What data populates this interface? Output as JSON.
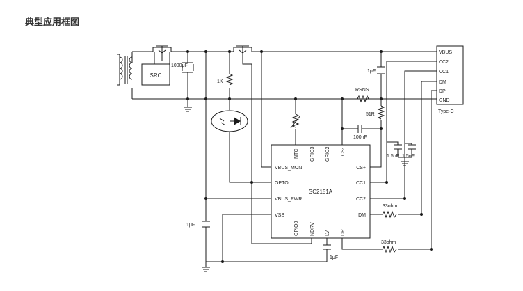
{
  "page": {
    "title": "典型应用框图"
  },
  "diagram": {
    "chip": {
      "name": "SC2151A",
      "pins_left": [
        "VBUS_MON",
        "OPTO",
        "VBUS_PWR",
        "VSS"
      ],
      "pins_right": [
        "CS+",
        "CC1",
        "CC2",
        "DM"
      ],
      "pins_top": [
        "NTC",
        "GPIO3",
        "GPIO2",
        "CS-"
      ],
      "pins_bottom": [
        "GPIO0",
        "NDRV",
        "LV",
        "DP"
      ]
    },
    "connector": {
      "pins": [
        "VBUS",
        "CC2",
        "CC1",
        "DM",
        "DP",
        "GND"
      ],
      "label": "Type-C"
    },
    "components": {
      "src": "SRC",
      "c_bulk": "1000μF",
      "r_1k": "1K",
      "c_1uf_top": "1μF",
      "rsns": "RSNS",
      "r_51": "51R",
      "c_100nf": "100nF",
      "c_cc1": "1.5nF",
      "c_cc2": "1.5nF",
      "c_1uf_left": "1μF",
      "c_1uf_lv": "1μF",
      "r_dm": "33ohm",
      "r_dp": "33ohm"
    },
    "colors": {
      "line": "#1a1a1a",
      "text": "#222222",
      "title": "#333333"
    }
  }
}
